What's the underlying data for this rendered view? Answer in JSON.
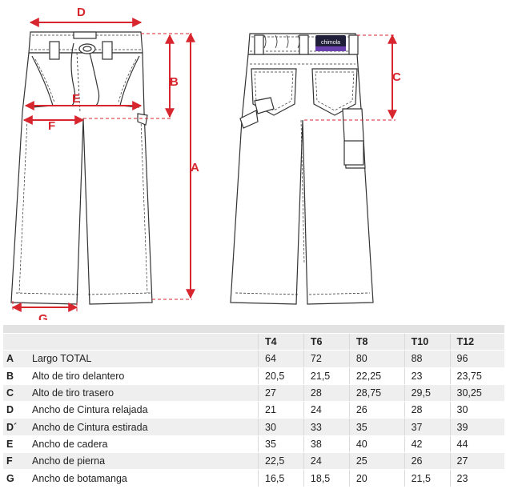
{
  "brand_label": "chimola",
  "dimension_letters": {
    "a": "A",
    "b": "B",
    "c": "C",
    "d": "D",
    "e": "E",
    "f": "F",
    "g": "G"
  },
  "colors": {
    "measure_line": "#d7262e",
    "garment_outline": "#333333",
    "header_band": "#e2e2e2",
    "row_shade": "#efefef"
  },
  "table": {
    "columns": [
      "T4",
      "T6",
      "T8",
      "T10",
      "T12"
    ],
    "rows": [
      {
        "code": "A",
        "label": "Largo TOTAL",
        "values": [
          "64",
          "72",
          "80",
          "88",
          "96"
        ]
      },
      {
        "code": "B",
        "label": "Alto de tiro delantero",
        "values": [
          "20,5",
          "21,5",
          "22,25",
          "23",
          "23,75"
        ]
      },
      {
        "code": "C",
        "label": "Alto de tiro trasero",
        "values": [
          "27",
          "28",
          "28,75",
          "29,5",
          "30,25"
        ]
      },
      {
        "code": "D",
        "label": "Ancho de Cintura relajada",
        "values": [
          "21",
          "24",
          "26",
          "28",
          "30"
        ]
      },
      {
        "code": "D´",
        "label": "Ancho de Cintura estirada",
        "values": [
          "30",
          "33",
          "35",
          "37",
          "39"
        ]
      },
      {
        "code": "E",
        "label": "Ancho de cadera",
        "values": [
          "35",
          "38",
          "40",
          "42",
          "44"
        ]
      },
      {
        "code": "F",
        "label": "Ancho de pierna",
        "values": [
          "22,5",
          "24",
          "25",
          "26",
          "27"
        ]
      },
      {
        "code": "G",
        "label": "Ancho de botamanga",
        "values": [
          "16,5",
          "18,5",
          "20",
          "21,5",
          "23"
        ]
      }
    ]
  }
}
